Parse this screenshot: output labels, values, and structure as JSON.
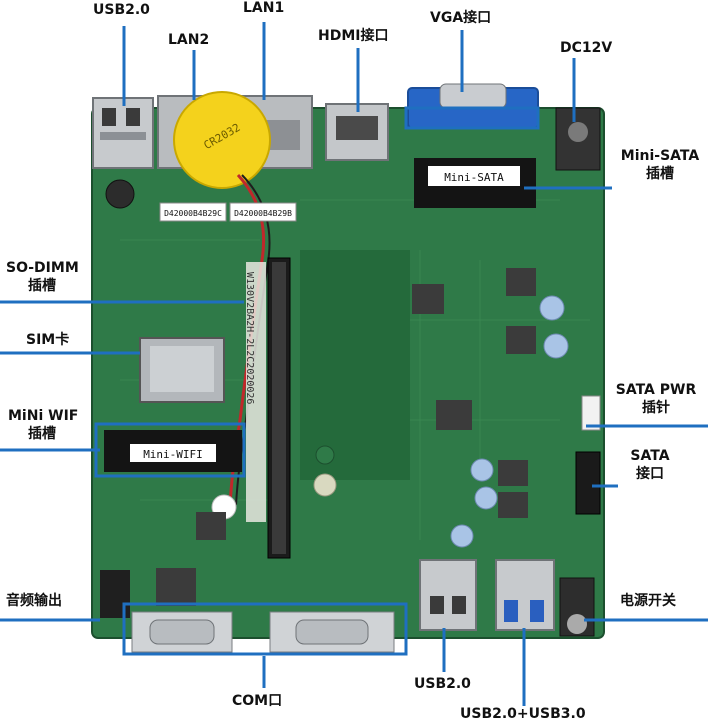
{
  "labels": {
    "usb20_top": "USB2.0",
    "lan1": "LAN1",
    "lan2": "LAN2",
    "hdmi": "HDMI接口",
    "vga": "VGA接口",
    "dc12v": "DC12V",
    "mini_sata_1": "Mini-SATA",
    "mini_sata_2": "插槽",
    "sodimm_1": "SO-DIMM",
    "sodimm_2": "插槽",
    "sim": "SIM卡",
    "miniwifi_1": "MiNi WIF",
    "miniwifi_2": "插槽",
    "sata_pwr_1": "SATA  PWR",
    "sata_pwr_2": "插针",
    "sata_1": "SATA",
    "sata_2": "接口",
    "audio": "音频输出",
    "power_switch": "电源开关",
    "com": "COM口",
    "usb20_bottom": "USB2.0",
    "usb_combo": "USB2.0+USB3.0"
  },
  "board_text": {
    "mini_sata_slot": "Mini-SATA",
    "mini_wifi_slot": "Mini-WIFI",
    "chip_left": "D42000B4B29C",
    "chip_right": "D42000B4B29B",
    "battery": "CR2032",
    "ram_label": "W130V2BA2H-2L2C2020026"
  },
  "colors": {
    "pcb": "#2f7a48",
    "callout": "#1f6fc0",
    "battery": "#f4d21c"
  }
}
